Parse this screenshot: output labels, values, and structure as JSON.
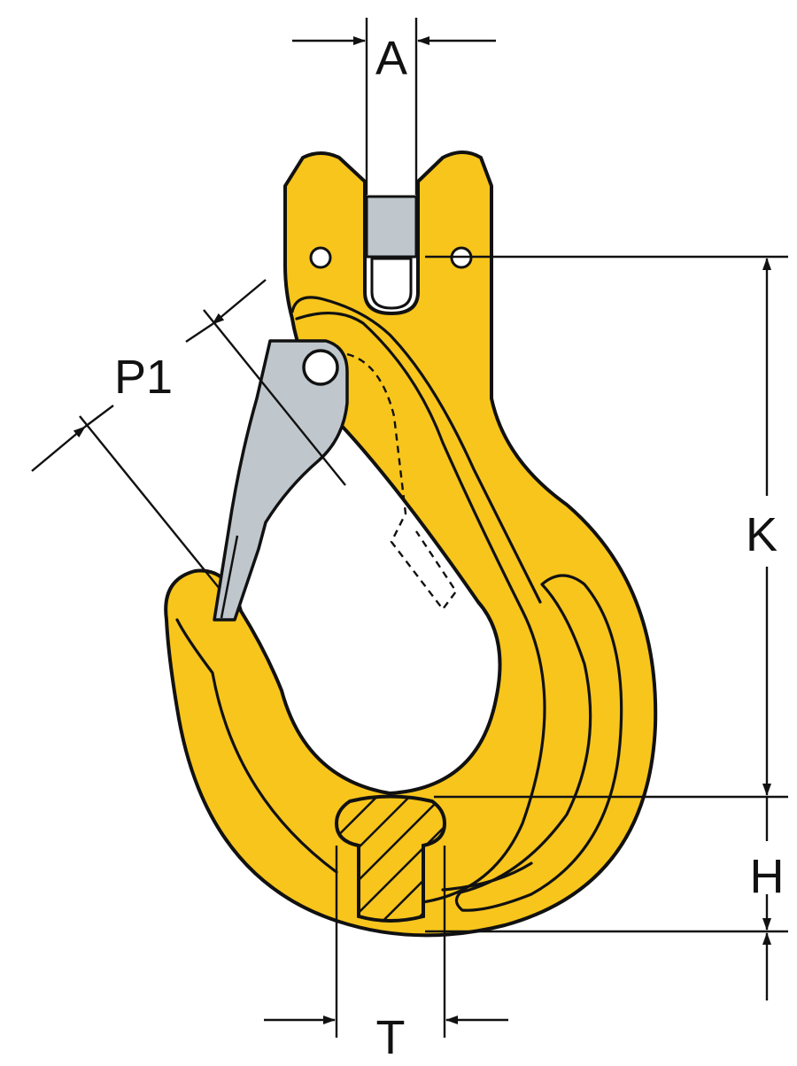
{
  "labels": {
    "a": "A",
    "p1": "P1",
    "k": "K",
    "h": "H",
    "t": "T"
  },
  "colors": {
    "hook_body": "#F7C51C",
    "latch": "#BFC7CC",
    "pin_insert": "#BFC7CC",
    "outline": "#111111",
    "background": "#FFFFFF"
  }
}
